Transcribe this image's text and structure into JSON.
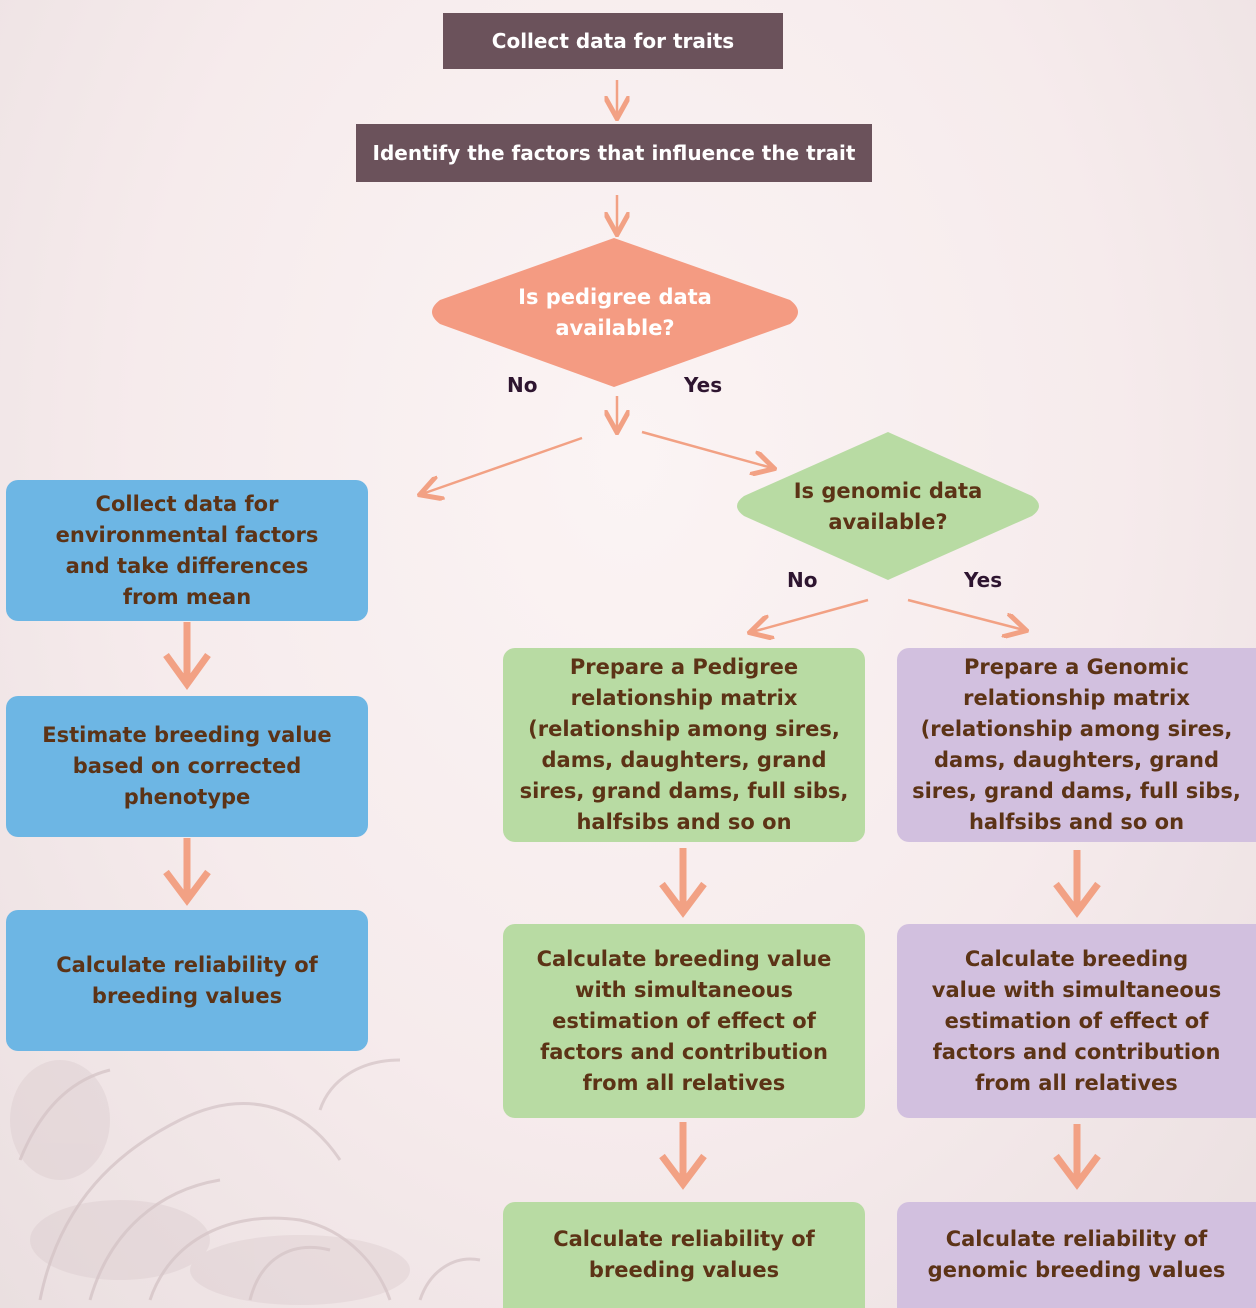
{
  "flow": {
    "collect_traits": "Collect data for traits",
    "identify_factors": "Identify the factors that influence the trait",
    "pedigree_question": "Is pedigree data available?",
    "pedigree_no": "No",
    "pedigree_yes": "Yes",
    "genomic_question": "Is genomic data available?",
    "genomic_no": "No",
    "genomic_yes": "Yes"
  },
  "left_column": {
    "collect_env": "Collect data for environmental factors and take differences from mean",
    "estimate_bv": "Estimate breeding value based on corrected phenotype",
    "reliability": "Calculate reliability of breeding values"
  },
  "pedigree_column": {
    "prepare_matrix": "Prepare a Pedigree relationship matrix (relationship among sires, dams, daughters, grand sires, grand dams, full sibs, halfsibs and so on",
    "calc_bv": "Calculate breeding value with simultaneous estimation of effect of factors and contribution from all relatives",
    "reliability": "Calculate reliability of breeding values"
  },
  "genomic_column": {
    "prepare_matrix": "Prepare a Genomic relationship matrix (relationship among sires, dams, daughters, grand sires, grand dams, full sibs, halfsibs and so on",
    "calc_bv": "Calculate breeding value with simultaneous estimation of effect of factors and contribution from all relatives",
    "reliability": "Calculate reliability of genomic breeding values"
  },
  "colors": {
    "banner": "#6b525b",
    "arrow": "#f2a184",
    "pedigree_diamond": "#f49b82",
    "genomic_diamond": "#b8dba3",
    "blue_box": "#6db6e4",
    "green_box": "#b8dba3",
    "purple_box": "#d2c0df",
    "box_text": "#5c3316"
  }
}
